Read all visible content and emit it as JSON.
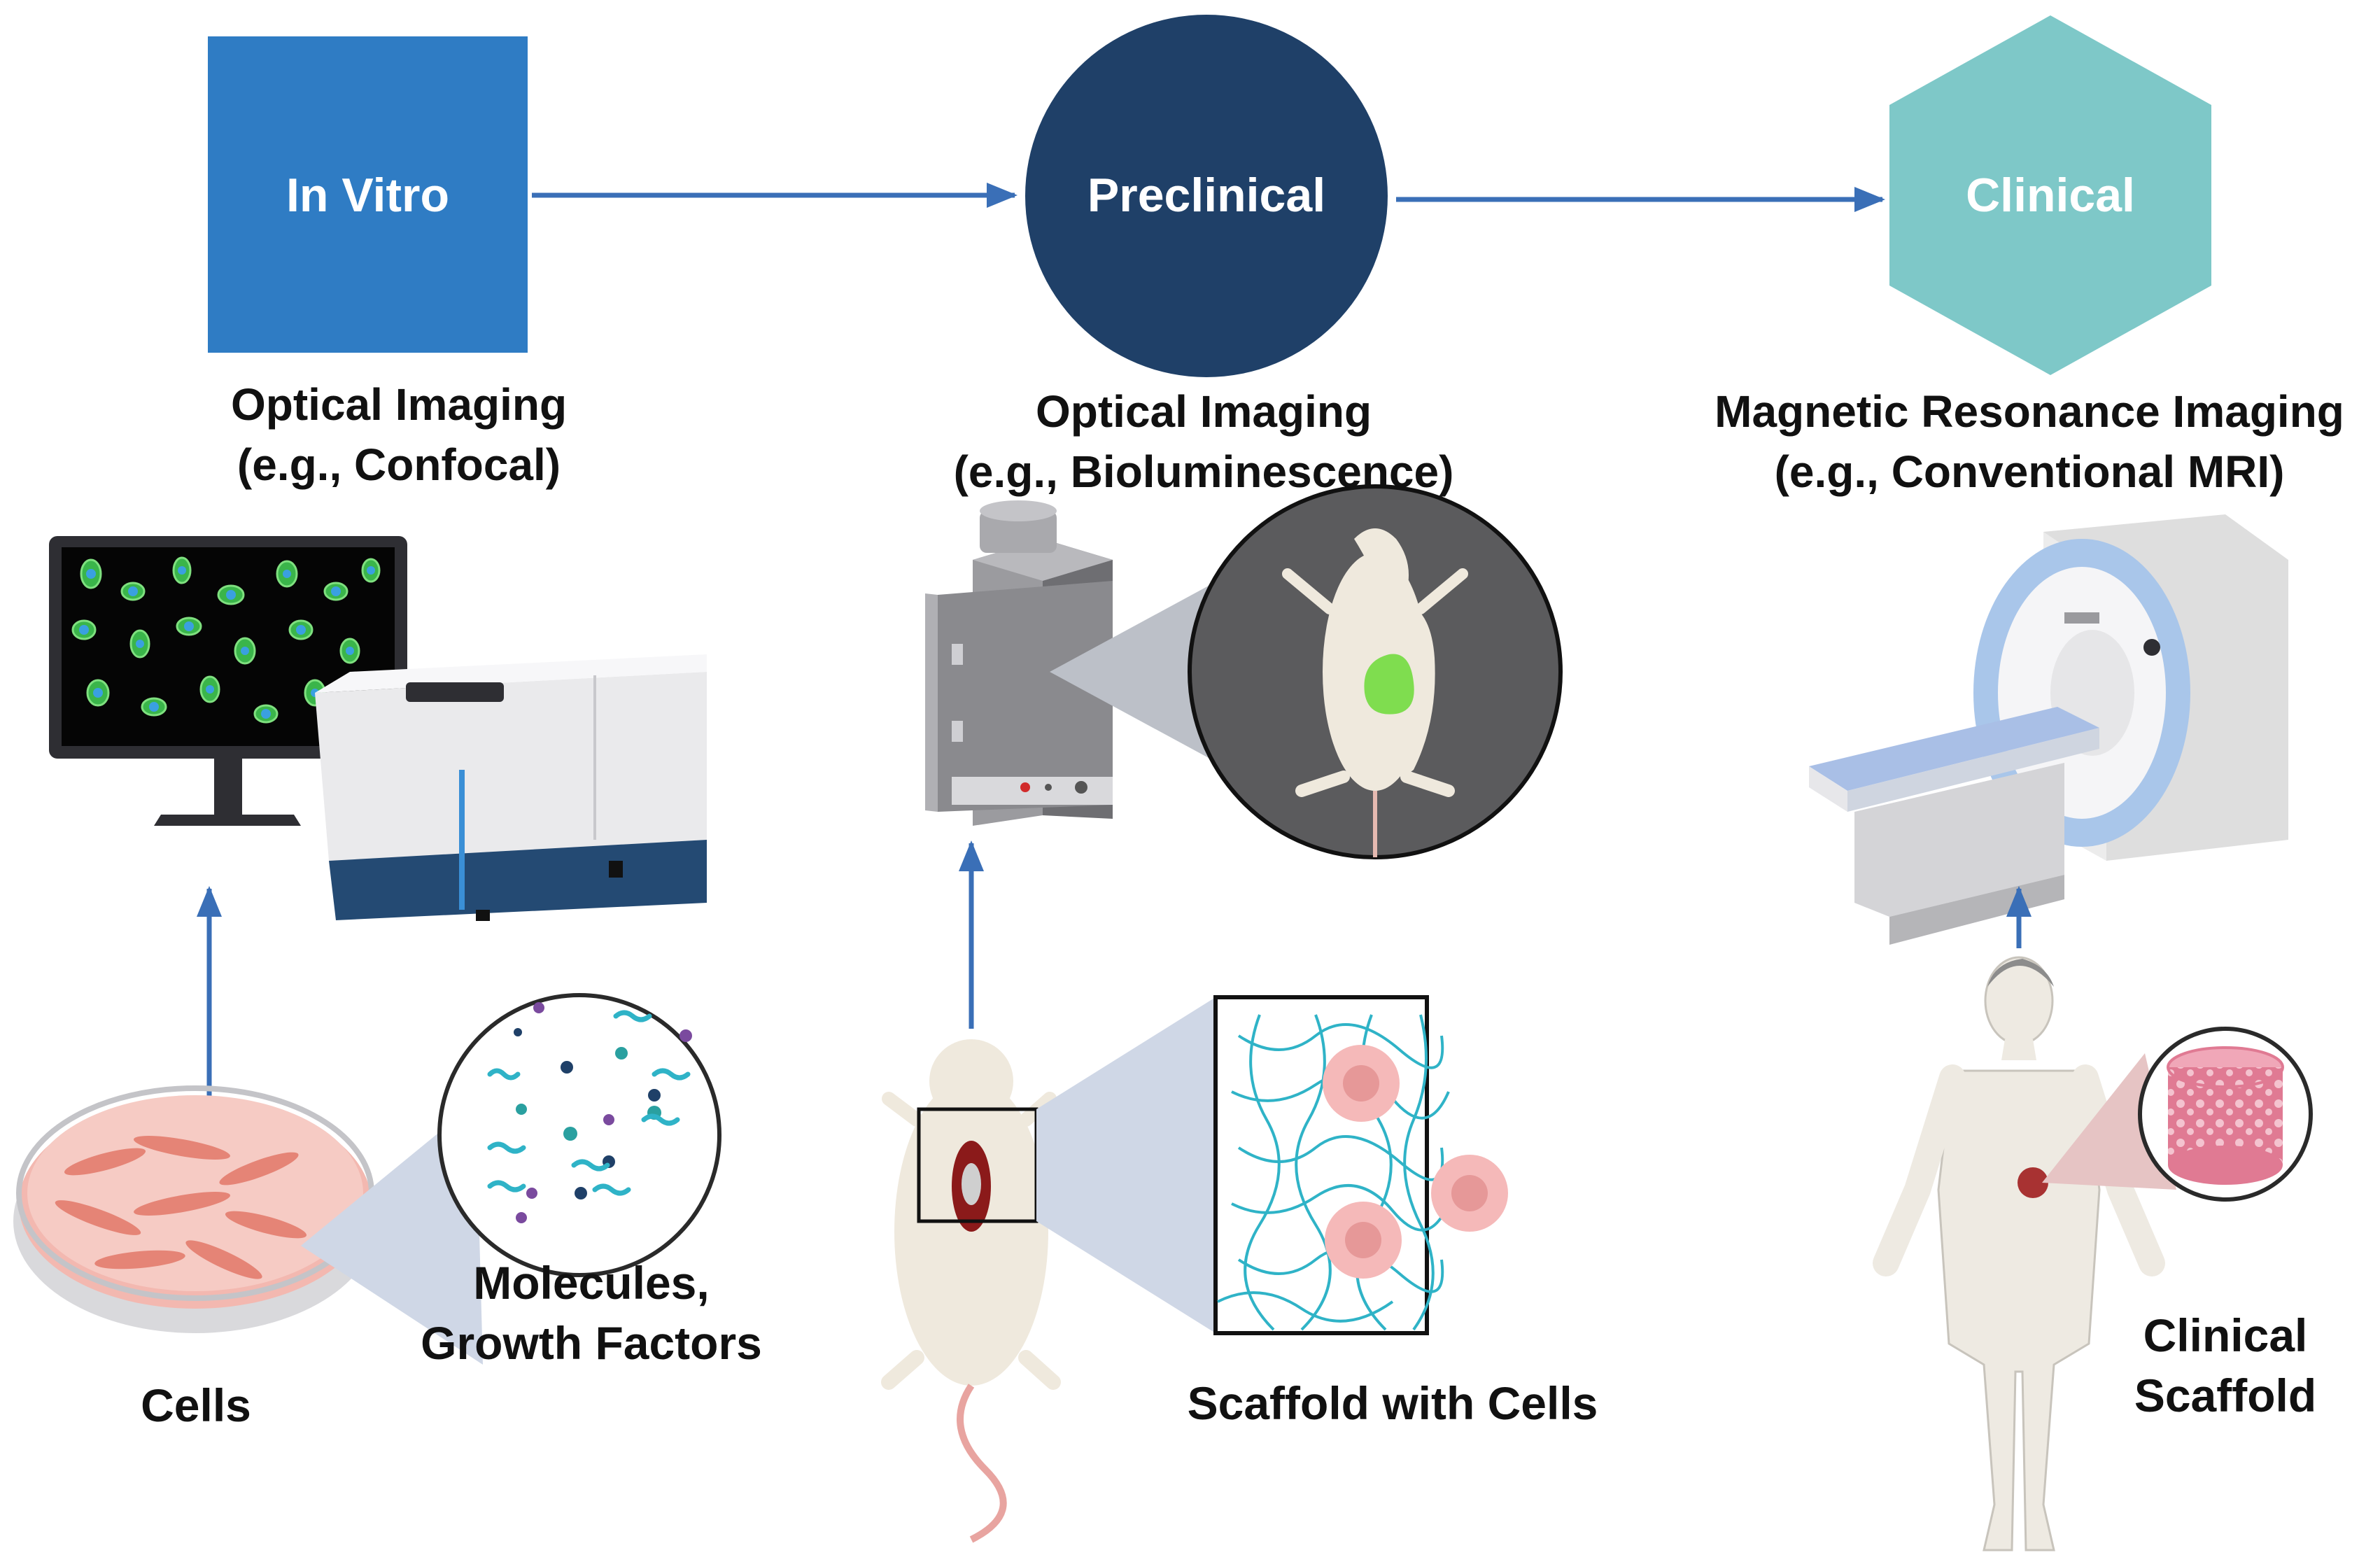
{
  "stages": {
    "in_vitro": "In Vitro",
    "preclinical": "Preclinical",
    "clinical": "Clinical"
  },
  "modalities": {
    "in_vitro": [
      "Optical Imaging",
      "(e.g., Confocal)"
    ],
    "preclinical": [
      "Optical Imaging",
      "(e.g., Bioluminescence)"
    ],
    "clinical": [
      "Magnetic Resonance Imaging",
      "(e.g., Conventional MRI)"
    ]
  },
  "labels": {
    "cells": "Cells",
    "molecules": [
      "Molecules,",
      "Growth Factors"
    ],
    "scaffold_with_cells": "Scaffold with Cells",
    "clinical_scaffold": [
      "Clinical",
      "Scaffold"
    ]
  },
  "colors": {
    "in_vitro": "#2f7cc4",
    "preclinical": "#1f4068",
    "clinical": "#7ec8c8",
    "arrow": "#3a6fb7"
  }
}
